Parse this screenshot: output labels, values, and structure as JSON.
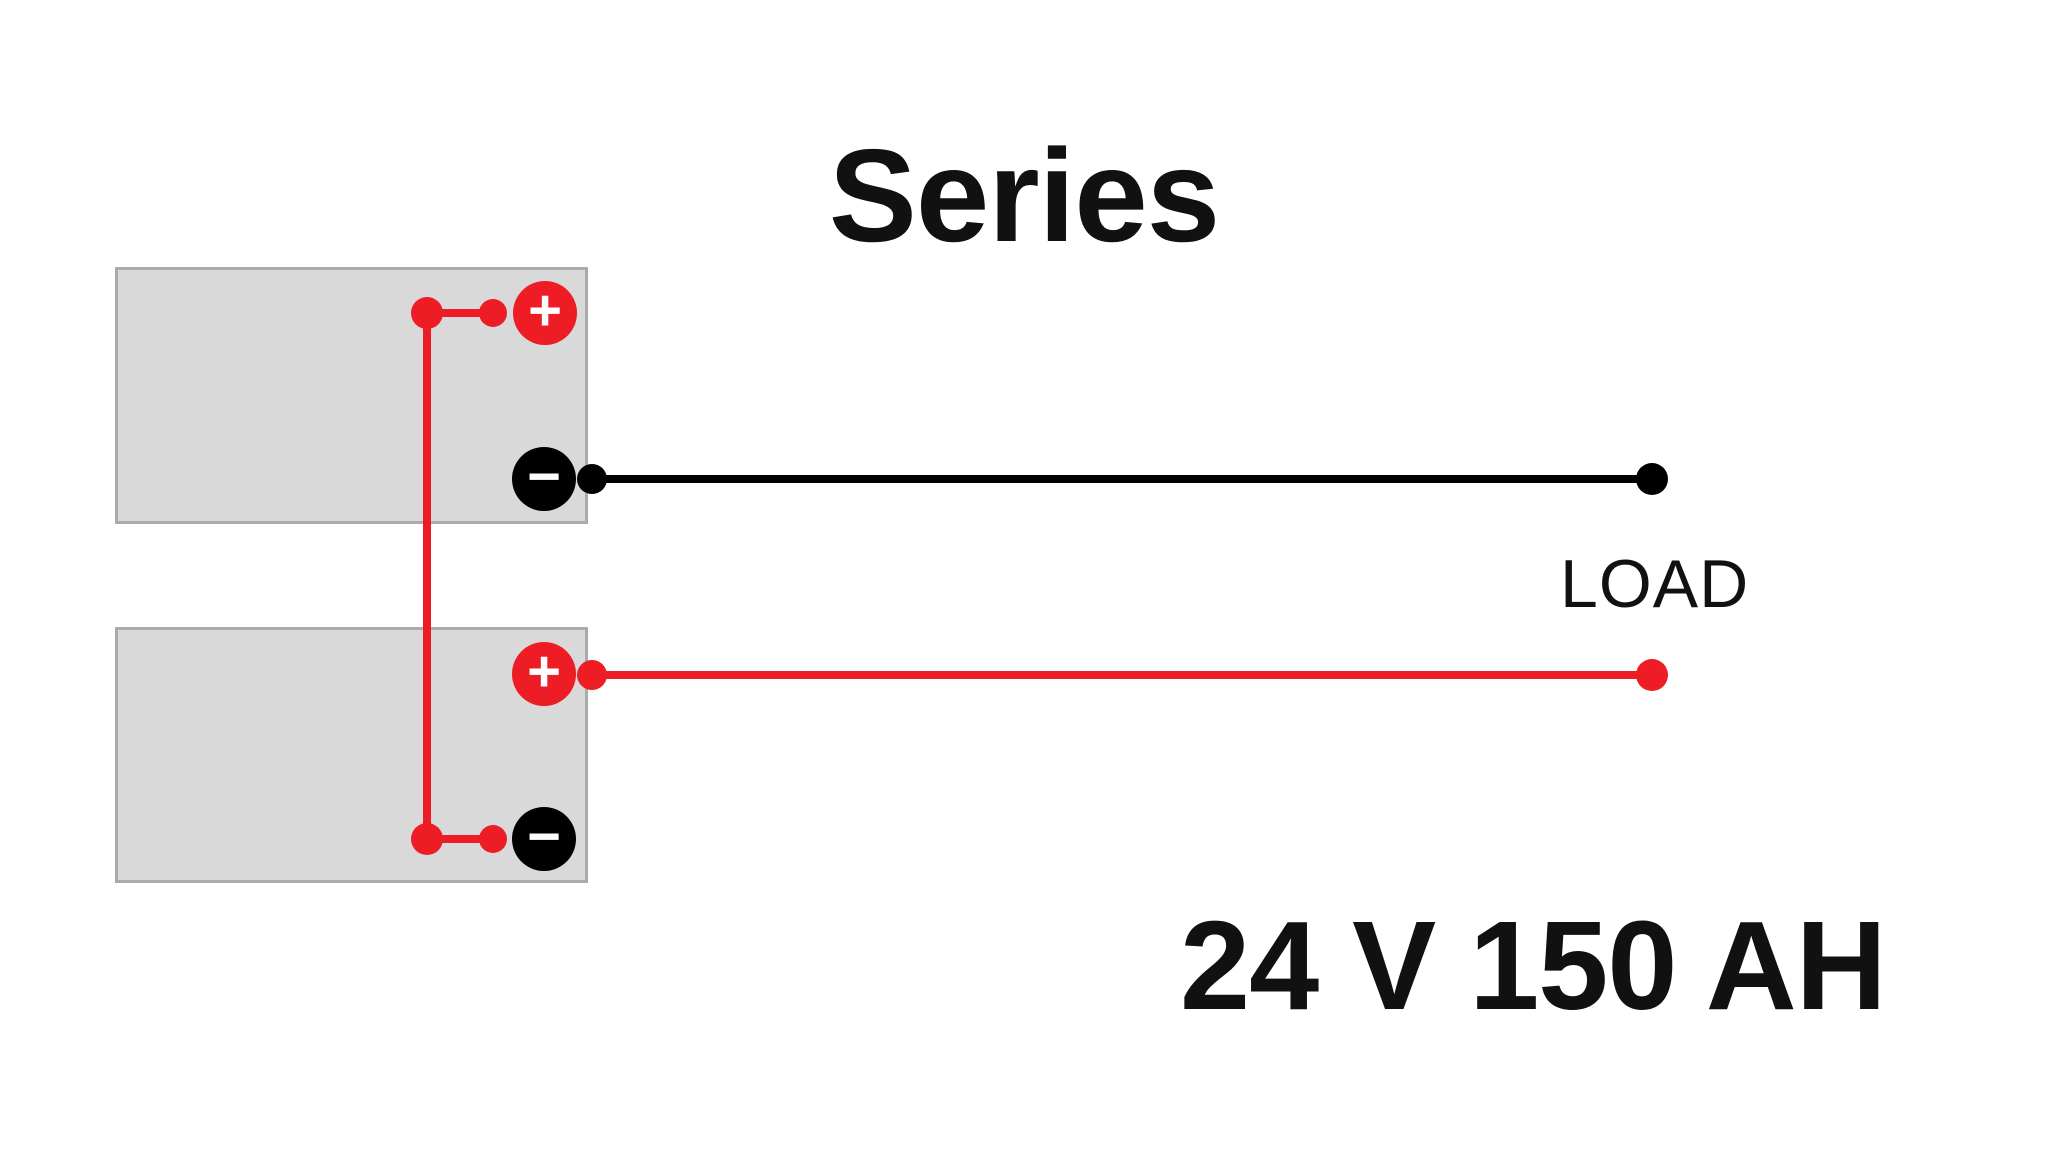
{
  "title": "Series",
  "load_label": "LOAD",
  "capacity_label": "24 V 150 AH",
  "terminals": {
    "plus": "+",
    "minus": "−"
  },
  "colors": {
    "wire_red": "#EE1C25",
    "wire_black": "#000000",
    "battery_fill": "#D9D9D9",
    "battery_border": "#ABABAB",
    "text": "#111111"
  }
}
